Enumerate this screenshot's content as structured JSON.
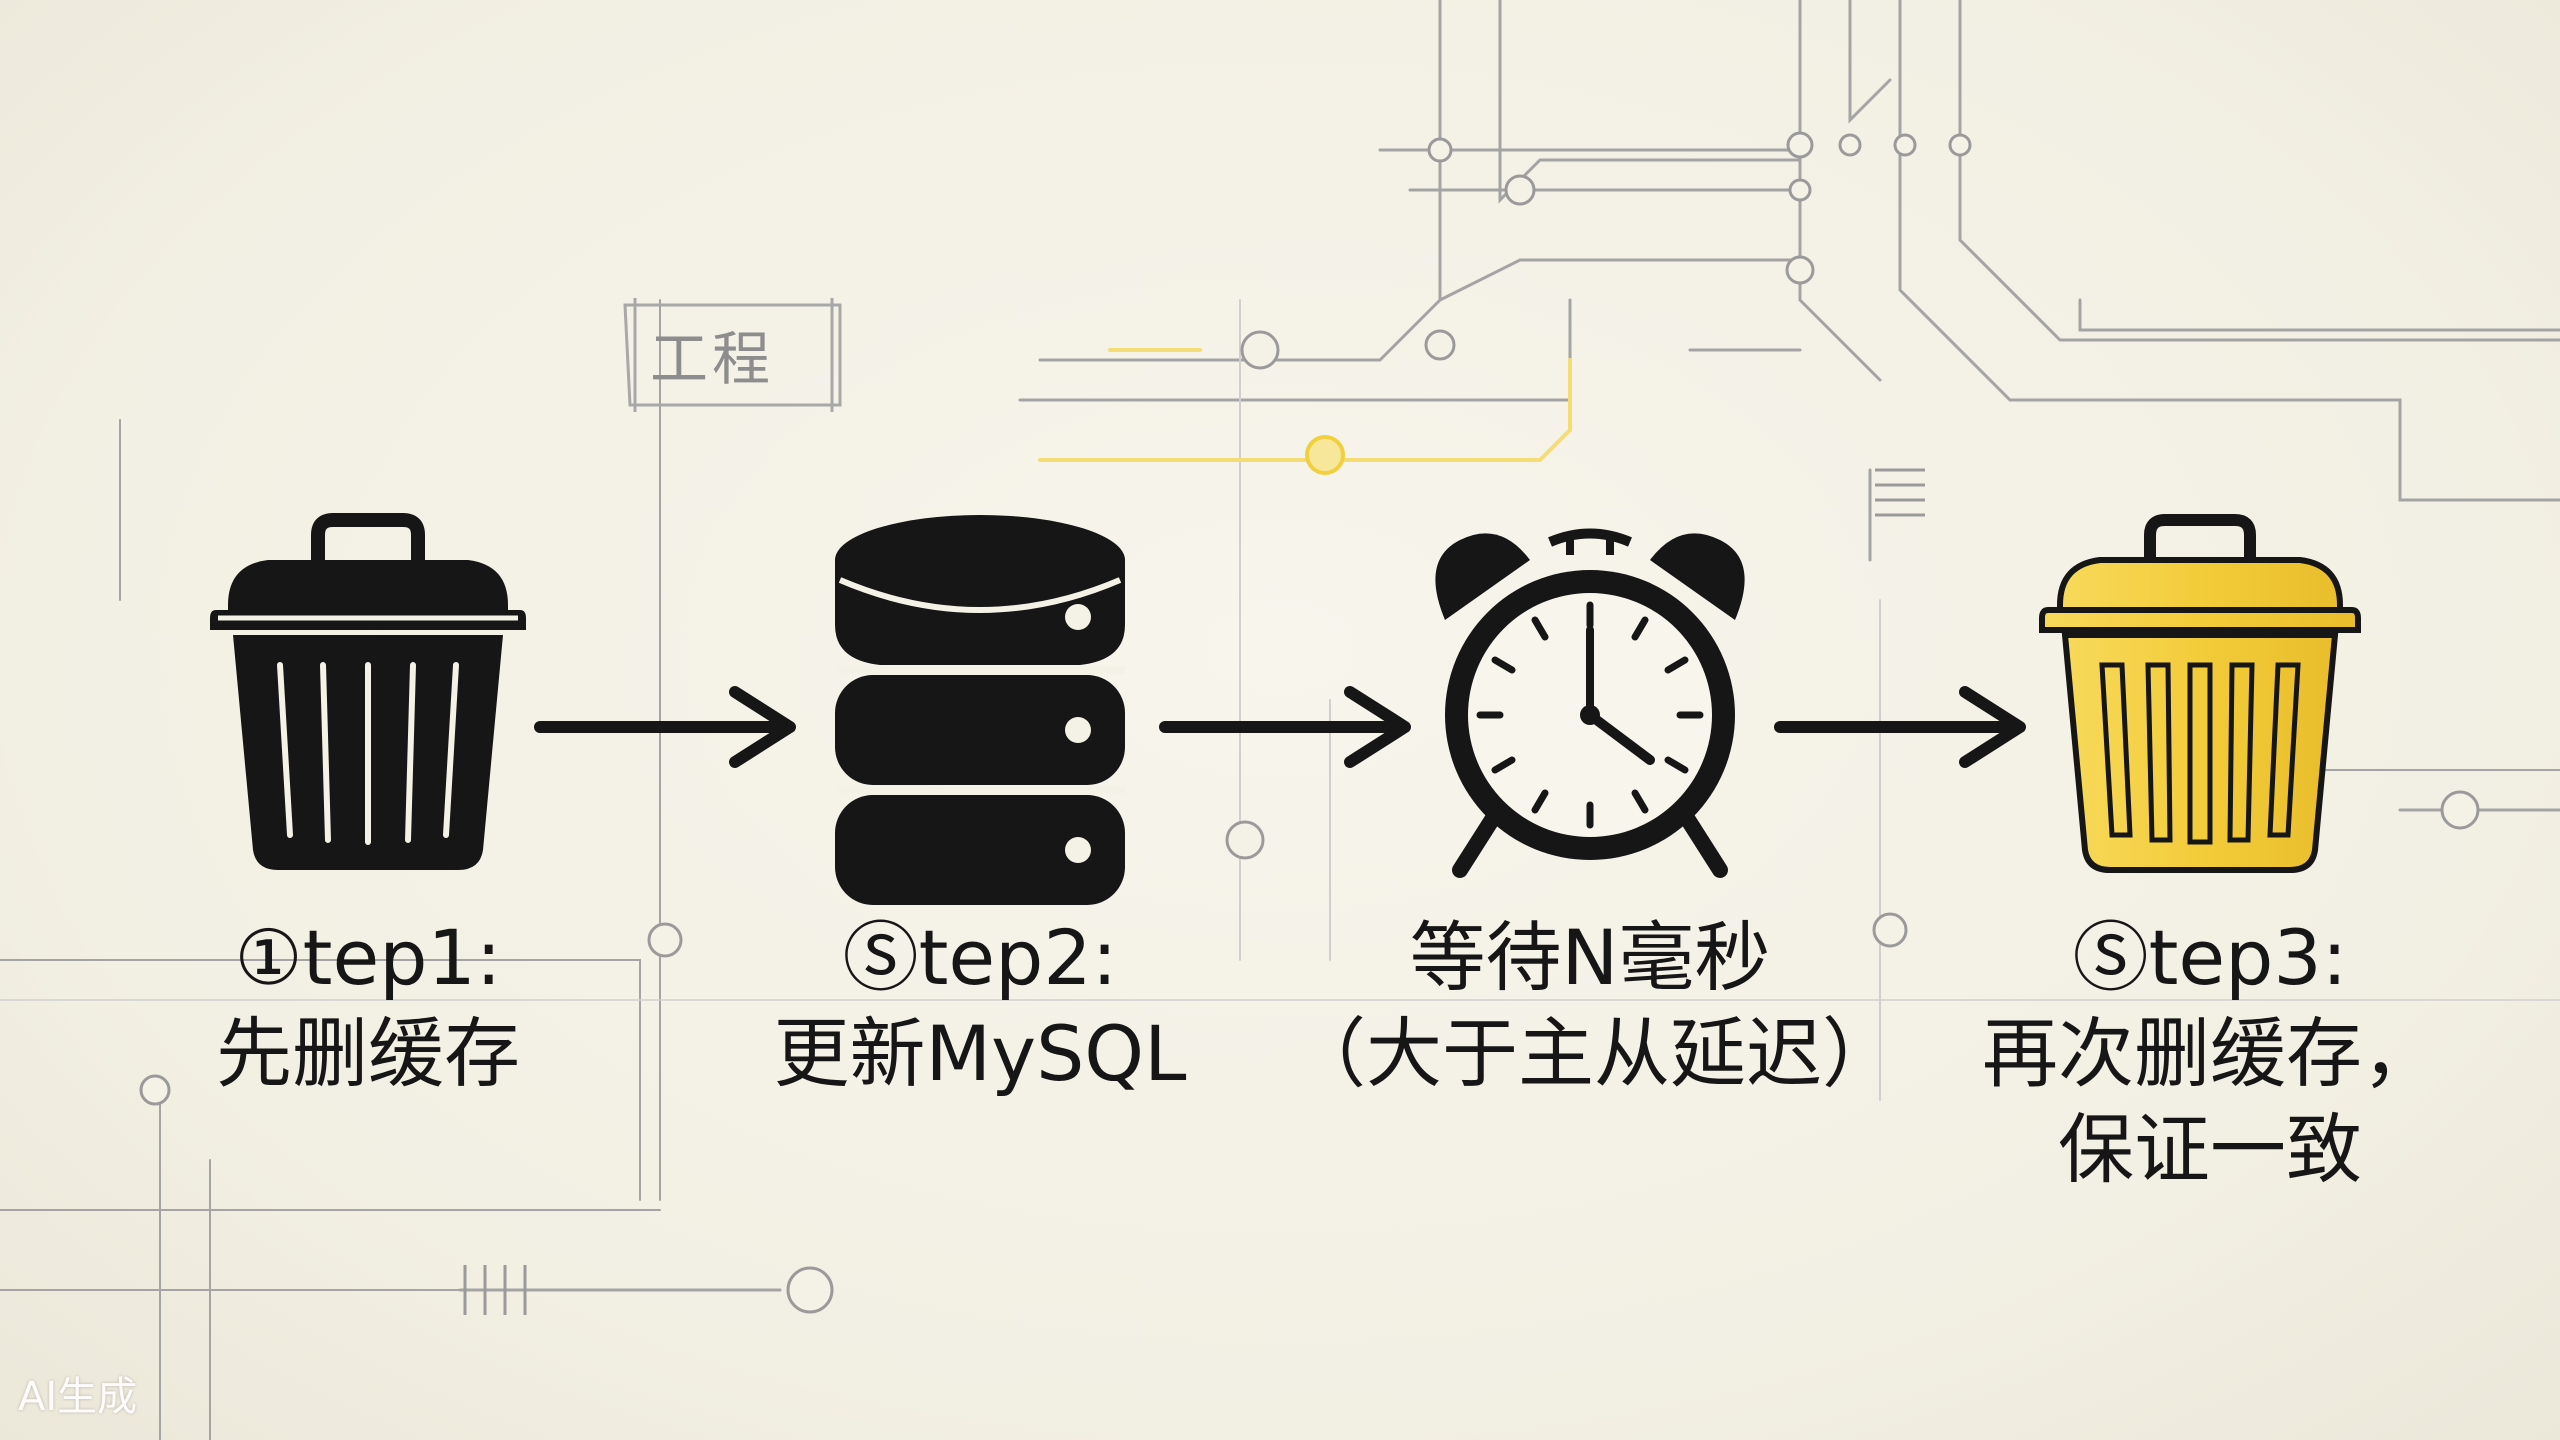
{
  "sketch_label": "工程",
  "steps": [
    {
      "line1": "①tep1:",
      "line2": "先删缓存",
      "line3": "",
      "icon": "trash-can-black"
    },
    {
      "line1": "Ⓢtep2:",
      "line2": "更新MySQL",
      "line3": "",
      "icon": "database-server"
    },
    {
      "line1": "等待N毫秒",
      "line2": "（大于主从延迟）",
      "line3": "",
      "icon": "alarm-clock"
    },
    {
      "line1": "Ⓢtep3:",
      "line2": "再次删缓存，",
      "line3": "保证一致",
      "icon": "trash-can-yellow"
    }
  ],
  "watermark": "AI生成",
  "colors": {
    "ink": "#161616",
    "accent_yellow": "#f2cf3f",
    "circuit_gray": "#9a9a9a",
    "circuit_yellow": "#f5dc74"
  }
}
